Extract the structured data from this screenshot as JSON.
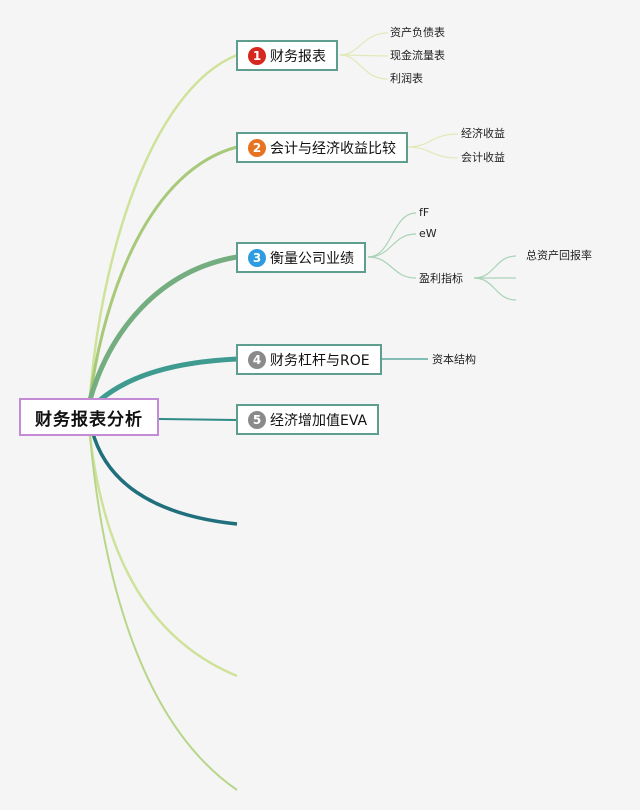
{
  "root": {
    "label": "财务报表分析"
  },
  "topics": [
    {
      "number": "1",
      "label": "财务报表",
      "badge_color": "#d6281f",
      "children": [
        "资产负债表",
        "现金流量表",
        "利润表"
      ]
    },
    {
      "number": "2",
      "label": "会计与经济收益比较",
      "badge_color": "#e67322",
      "children": [
        "经济收益",
        "会计收益"
      ]
    },
    {
      "number": "3",
      "label": "衡量公司业绩",
      "badge_color": "#2f9be0",
      "children": [
        "fF",
        "eW",
        "盈利指标"
      ],
      "grandchildren": [
        "总资产回报率",
        "",
        ""
      ]
    },
    {
      "number": "4",
      "label": "财务杠杆与ROE",
      "badge_color": "#8a8a8a",
      "children": [
        "资本结构"
      ]
    },
    {
      "number": "5",
      "label": "经济增加值EVA",
      "badge_color": "#8a8a8a",
      "children": []
    }
  ],
  "colors": {
    "root_border": "#c58ad6",
    "topic_border": "#5f9e8e",
    "background": "#f5f5f5"
  }
}
